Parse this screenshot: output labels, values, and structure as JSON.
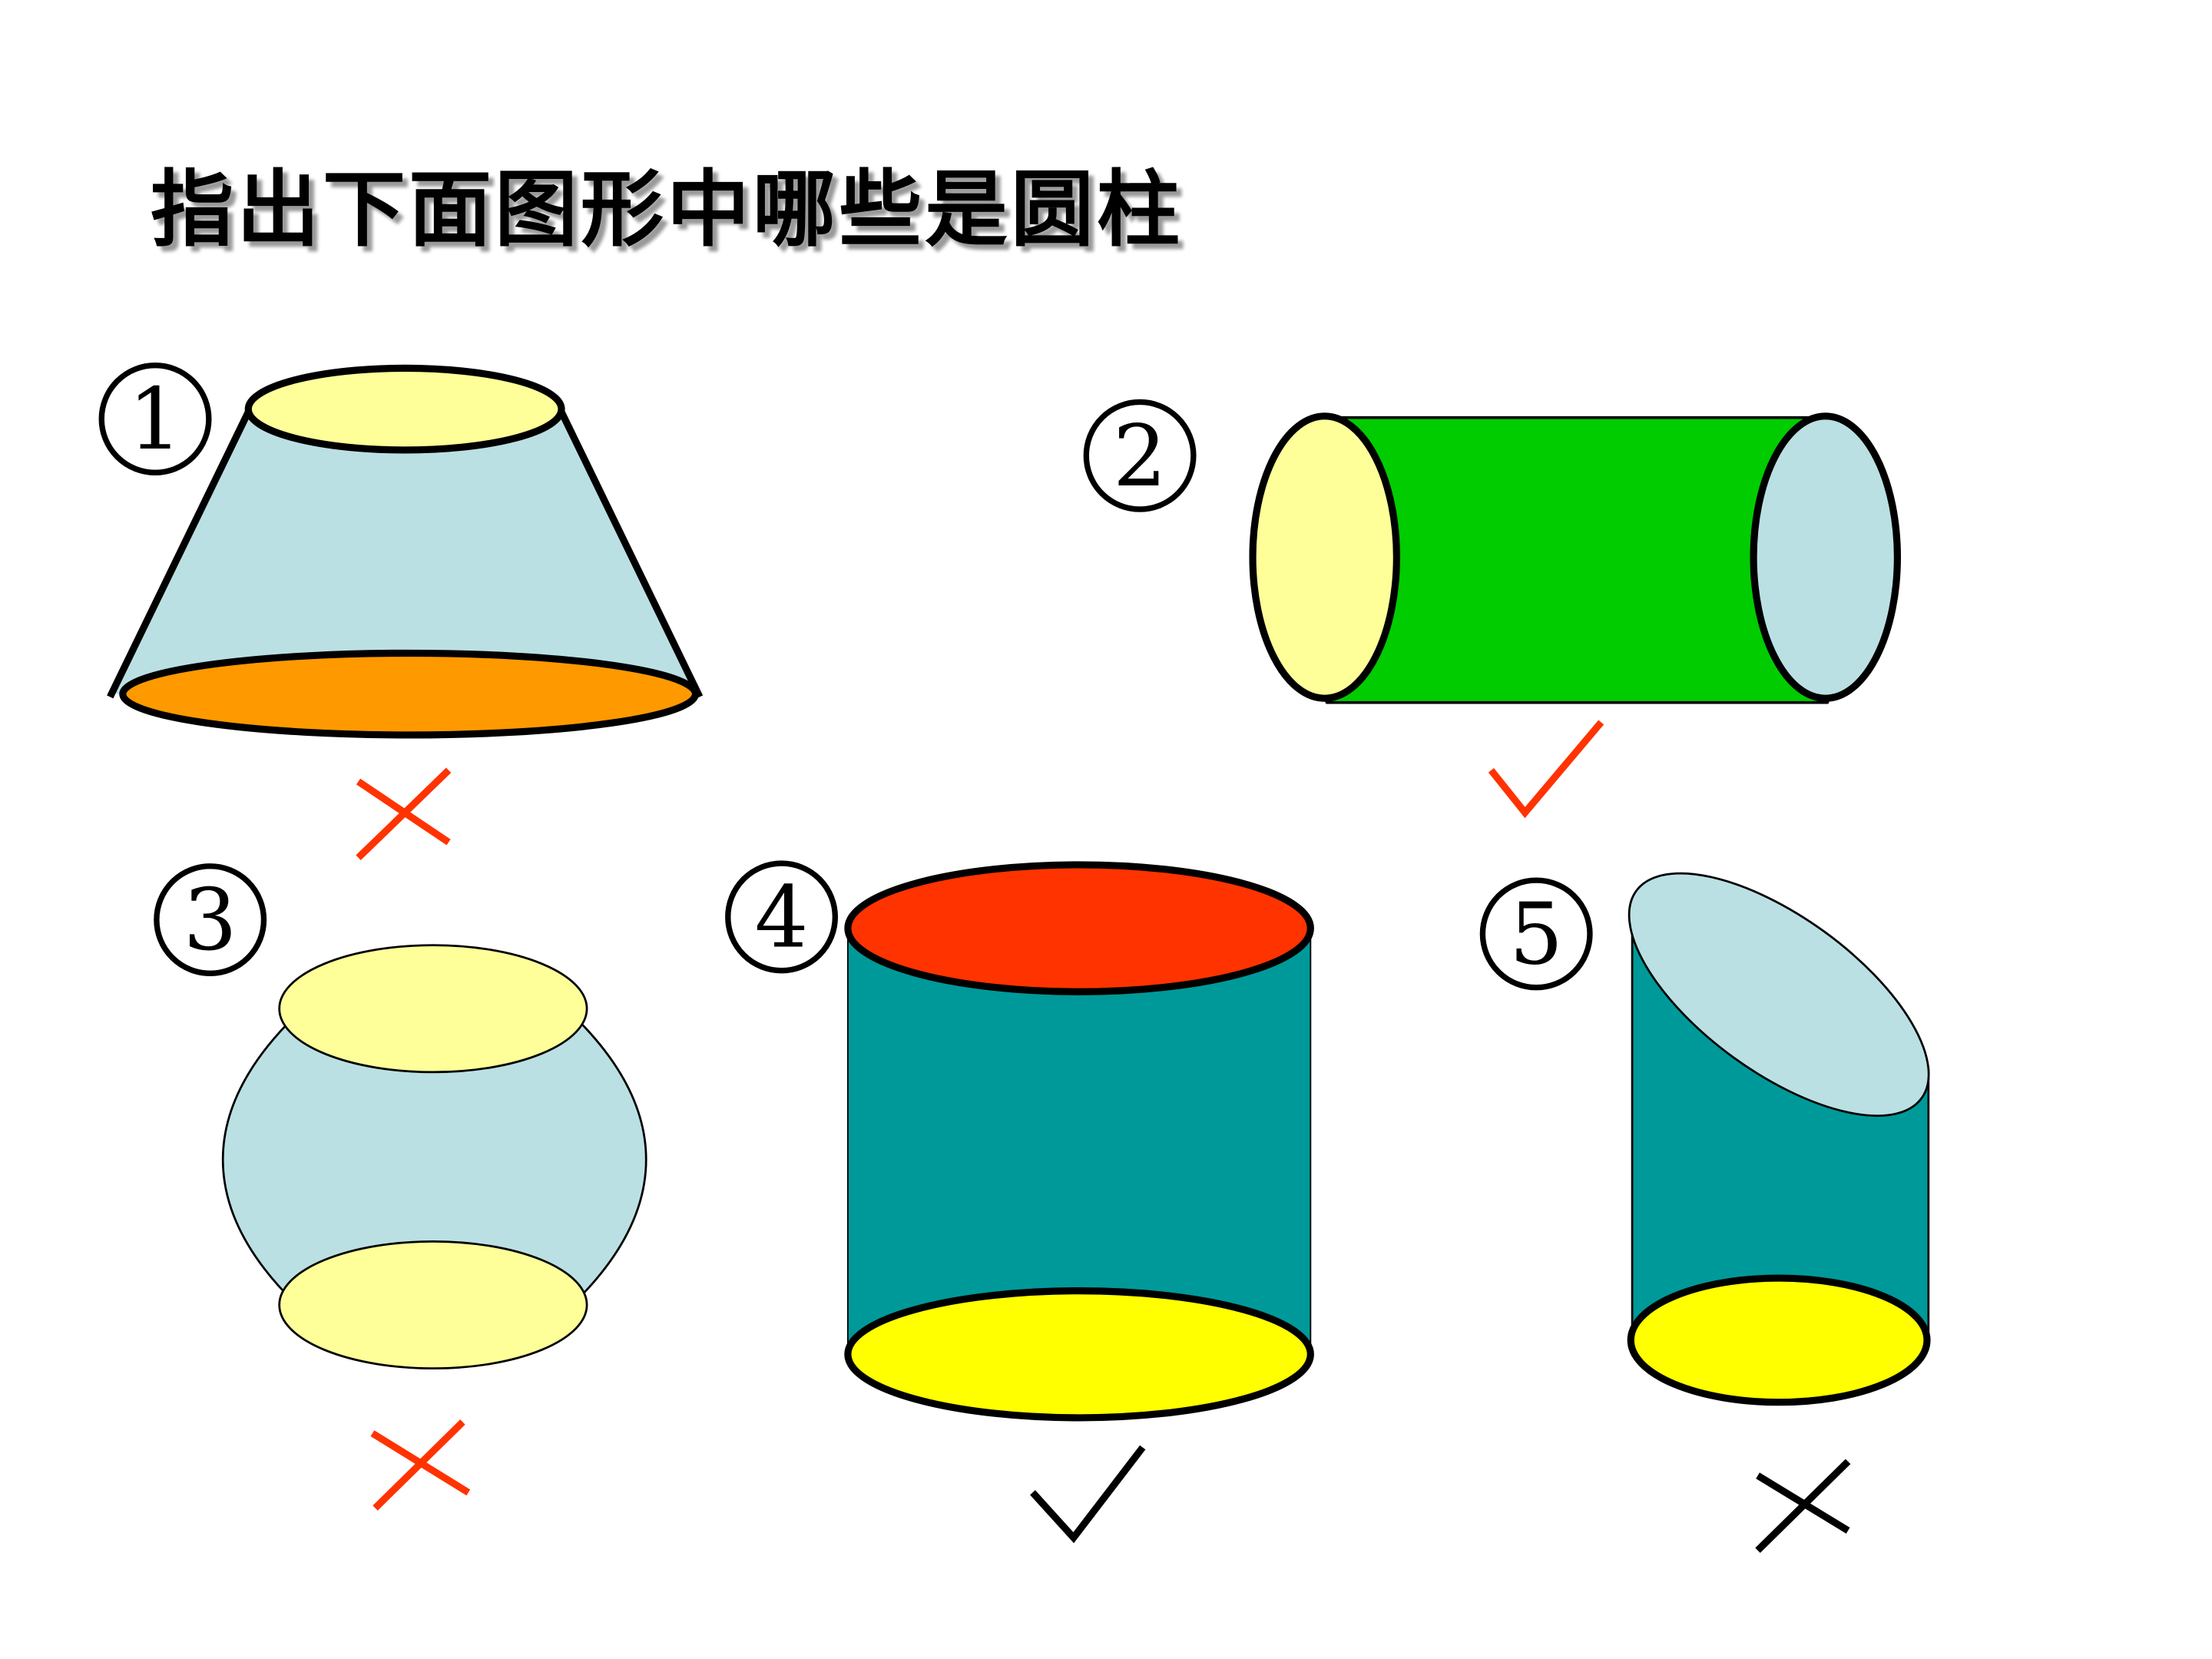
{
  "slide": {
    "title": "指出下面图形中哪些是圆柱",
    "figures": [
      {
        "number": "1",
        "label": "①",
        "shape": "frustum",
        "answer": "✗",
        "correct": false,
        "mark_color": "#FF3300"
      },
      {
        "number": "2",
        "label": "②",
        "shape": "horizontal-cylinder",
        "answer": "✓",
        "correct": true,
        "mark_color": "#FF3300"
      },
      {
        "number": "3",
        "label": "③",
        "shape": "barrel",
        "answer": "✗",
        "correct": false,
        "mark_color": "#FF3300"
      },
      {
        "number": "4",
        "label": "④",
        "shape": "cylinder",
        "answer": "✓",
        "correct": true,
        "mark_color": "#000000"
      },
      {
        "number": "5",
        "label": "⑤",
        "shape": "oblique-cut-cylinder",
        "answer": "✗",
        "correct": false,
        "mark_color": "#000000"
      }
    ],
    "colors": {
      "light_yellow": "#FFFF99",
      "light_blue": "#BBE0E3",
      "orange": "#FF9900",
      "green": "#00CC00",
      "red": "#FF3300",
      "teal": "#009999",
      "yellow": "#FFFF00"
    }
  }
}
